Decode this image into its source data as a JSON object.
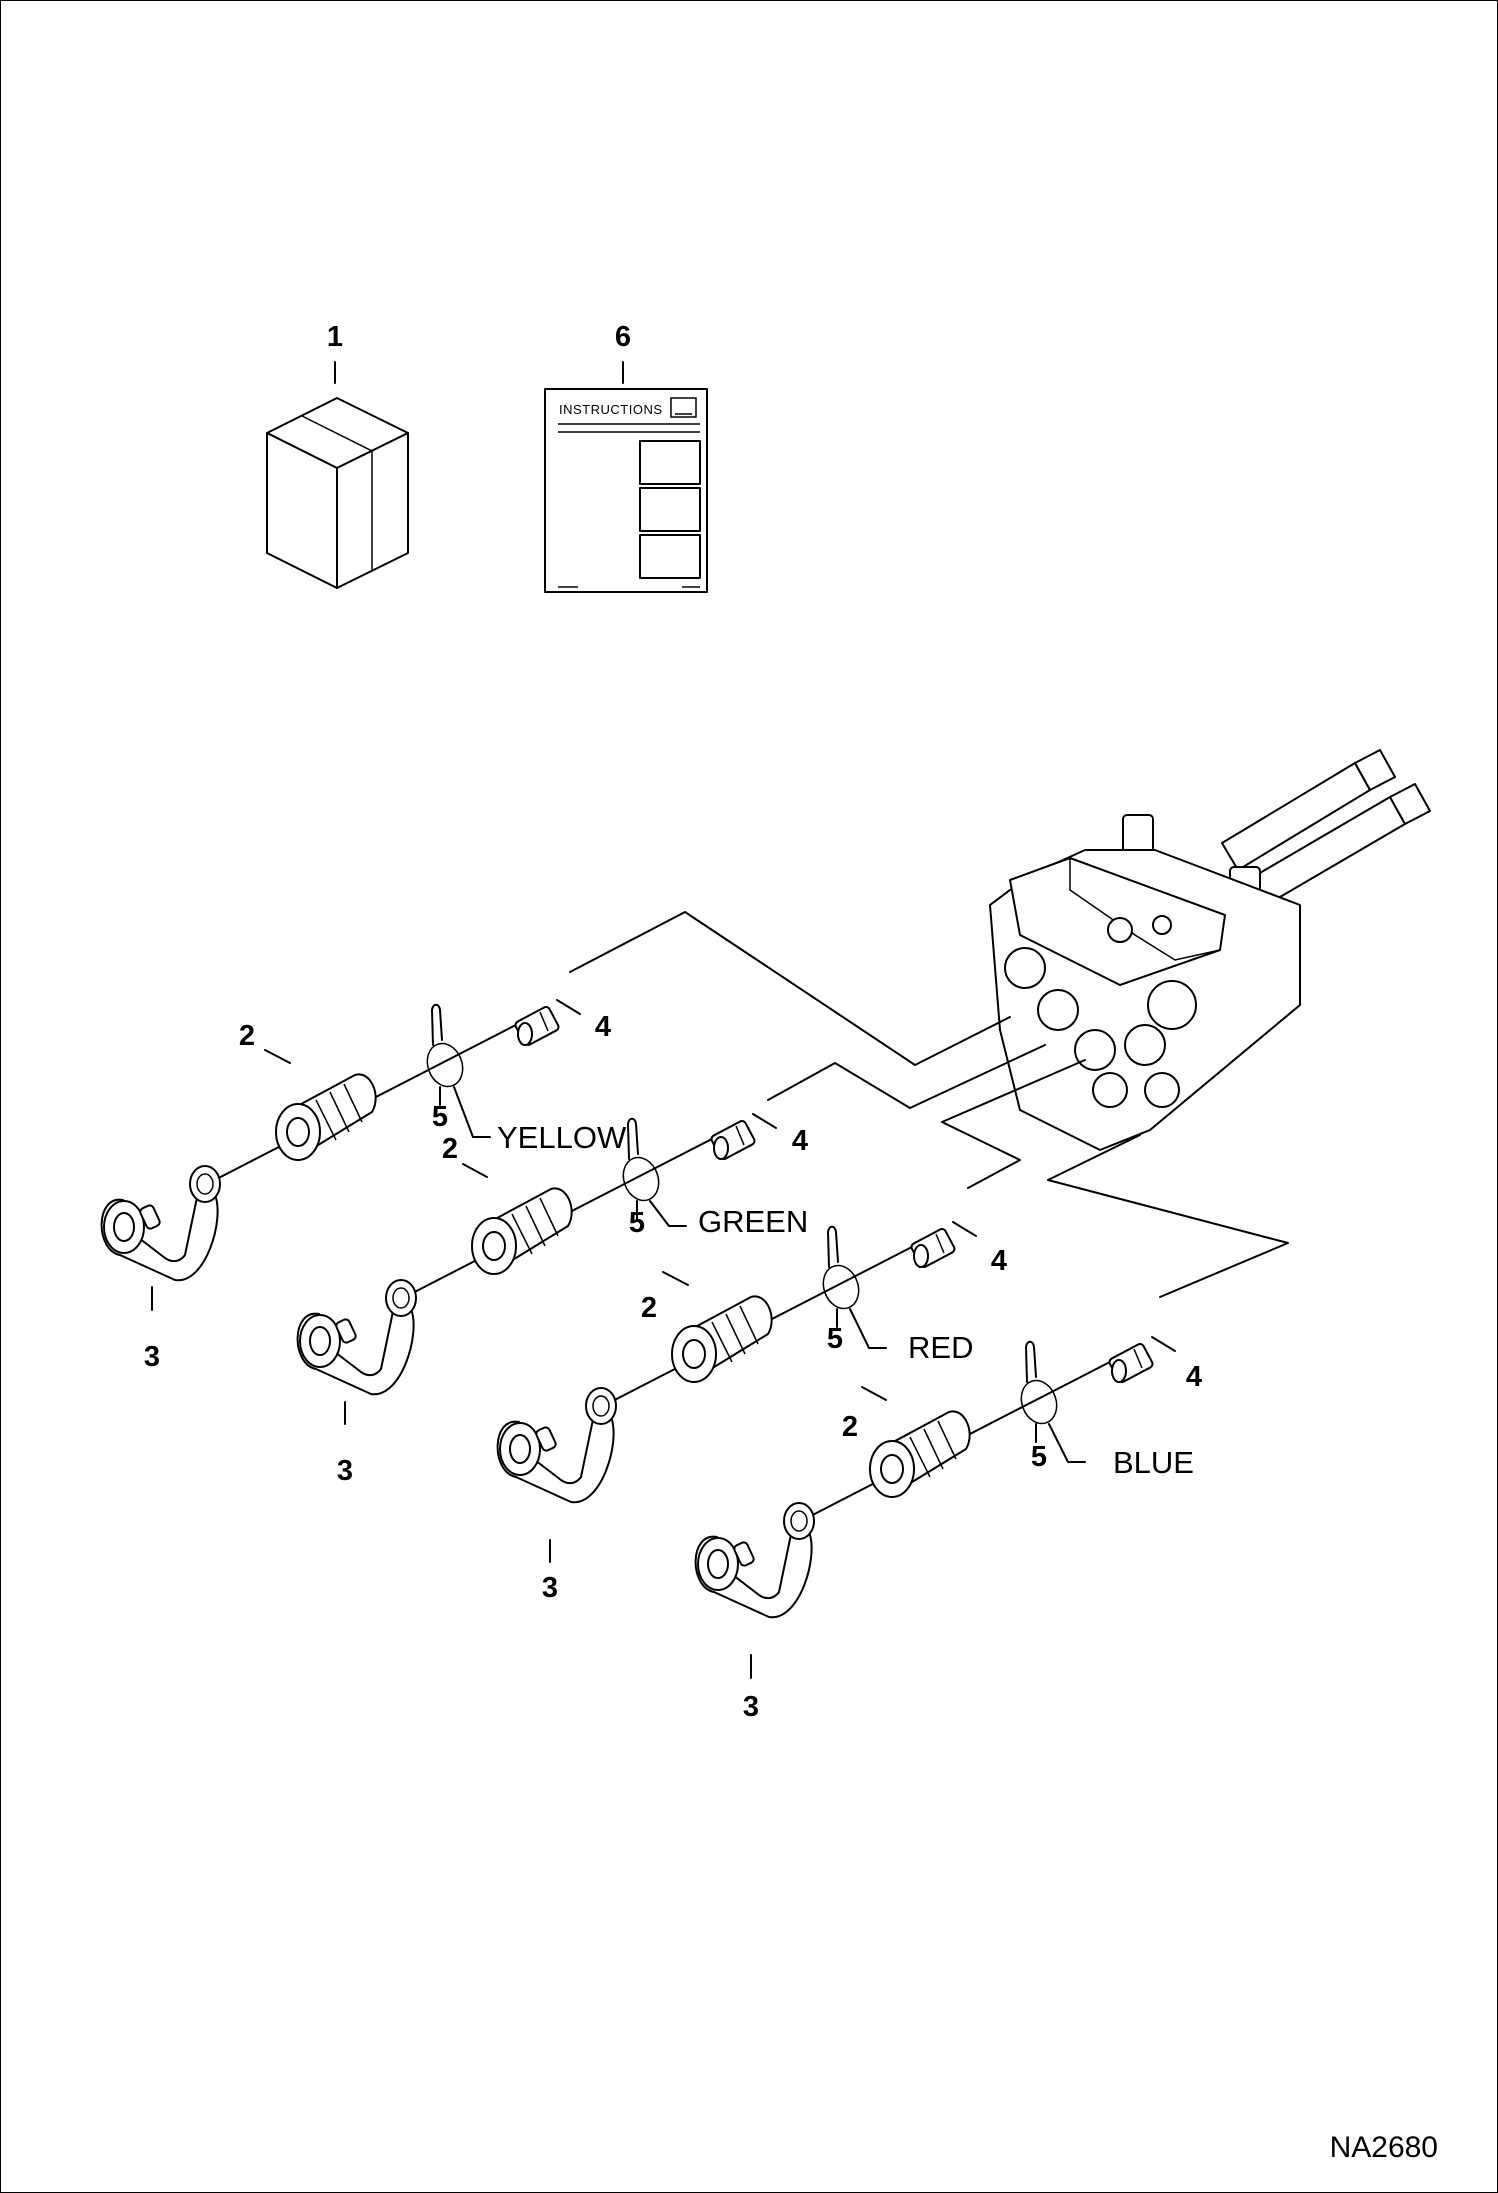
{
  "callouts": {
    "kit": "1",
    "coupler": "2",
    "cap": "3",
    "fitting": "4",
    "band": "5",
    "manual": "6"
  },
  "colors": {
    "yellow": "YELLOW",
    "green": "GREEN",
    "red": "RED",
    "blue": "BLUE"
  },
  "manual": {
    "heading": "INSTRUCTIONS"
  },
  "drawing_code": "NA2680"
}
